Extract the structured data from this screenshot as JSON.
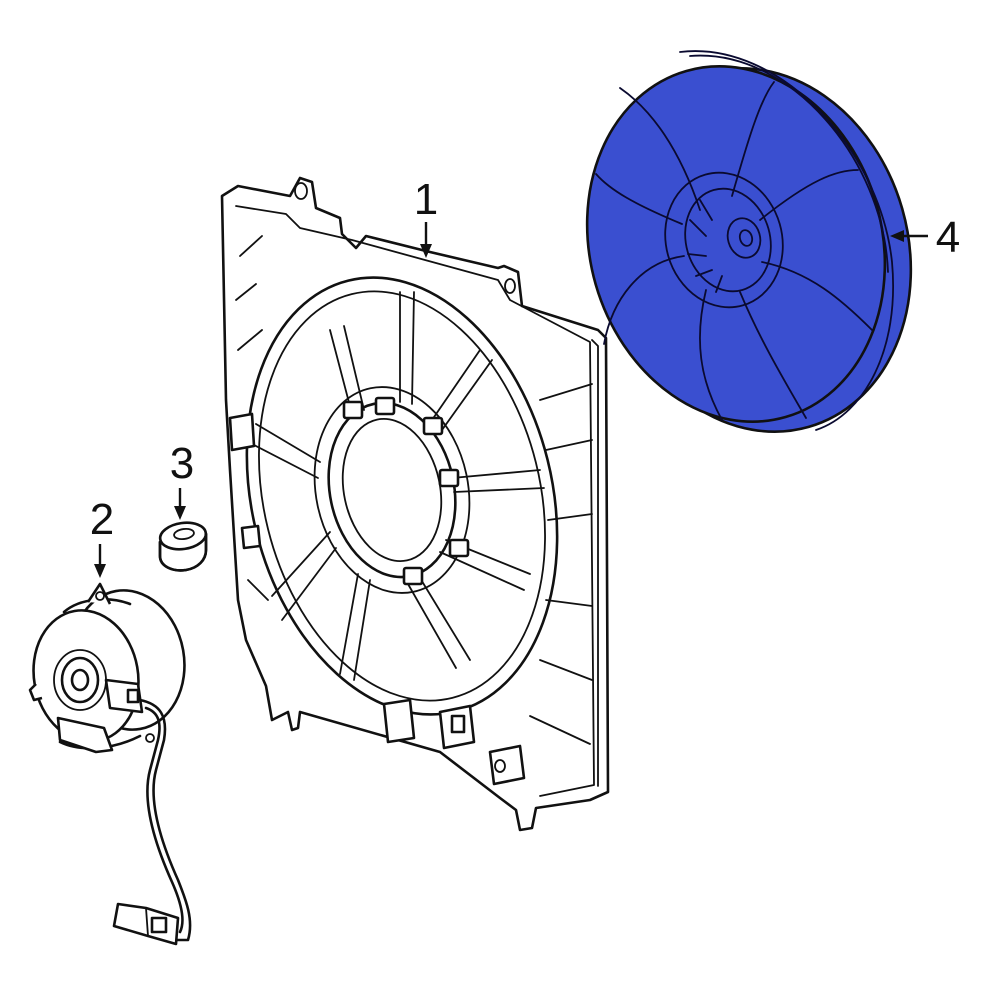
{
  "diagram": {
    "highlight_color": "#3a4fd0",
    "line_color": "#111111",
    "background": "#ffffff",
    "callouts": [
      {
        "id": "shroud",
        "label": "1"
      },
      {
        "id": "motor",
        "label": "2"
      },
      {
        "id": "bushing",
        "label": "3"
      },
      {
        "id": "fan-blade",
        "label": "4"
      }
    ]
  }
}
